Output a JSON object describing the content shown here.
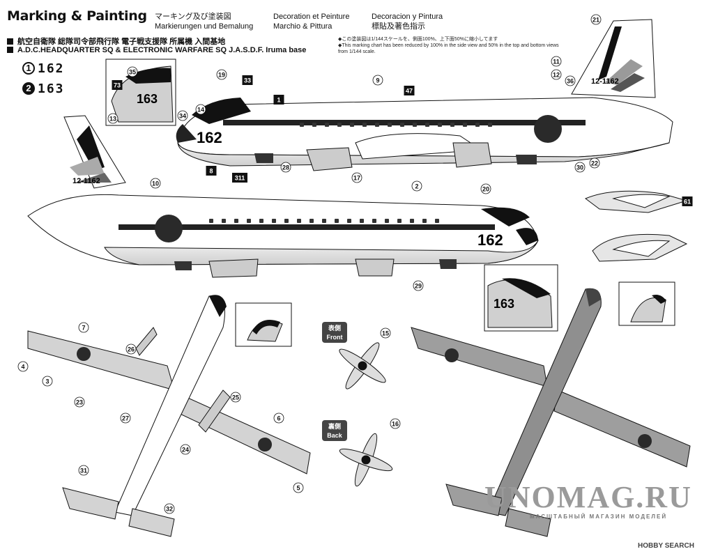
{
  "header": {
    "title": "Marking & Painting",
    "jp1": "マーキング及び塗装図",
    "jp2": "Markierungen und Bemalung",
    "fr1": "Decoration et Peinture",
    "fr2": "Marchio & Pittura",
    "es1": "Decoracion y Pintura",
    "es2": "標貼及著色指示",
    "unit_jp": "航空自衛隊 総隊司令部飛行隊 電子戦支援隊 所属機 入間基地",
    "unit_en": "A.D.C.HEADQUARTER SQ & ELECTRONIC WARFARE SQ J.A.S.D.F. Iruma base",
    "note_jp": "◆この塗装図は1/144スケールを、側面100%、上下面50%に縮小してます",
    "note_en": "◆This marking chart has been reduced by 100% in the side view and 50% in the top and bottom views from 1/144 scale."
  },
  "versions": [
    {
      "id": "1",
      "number": "162"
    },
    {
      "id": "2",
      "number": "163"
    }
  ],
  "aircraft": {
    "side_nose_number": "162",
    "inset_nose_number": "163",
    "tail_code": "12-1162"
  },
  "prop": {
    "front_jp": "表側",
    "front_en": "Front",
    "back_jp": "裏側",
    "back_en": "Back"
  },
  "watermark": {
    "main": "UNOMAG.RU",
    "sub": "МАСШТАБНЫЙ МАГАЗИН МОДЕЛЕЙ",
    "hobby": "HOBBY SEARCH"
  },
  "callouts": [
    "1",
    "2",
    "3",
    "4",
    "5",
    "6",
    "7",
    "8",
    "9",
    "10",
    "11",
    "12",
    "13",
    "14",
    "15",
    "16",
    "17",
    "19",
    "20",
    "21",
    "22",
    "23",
    "24",
    "25",
    "26",
    "27",
    "28",
    "29",
    "30",
    "31",
    "32",
    "33",
    "34",
    "35",
    "36",
    "47",
    "61",
    "73",
    "311"
  ],
  "colors": {
    "ink": "#111111",
    "gray": "#c9c9c9",
    "dark": "#8f8f8f",
    "roundel": "#2a2a2a"
  }
}
